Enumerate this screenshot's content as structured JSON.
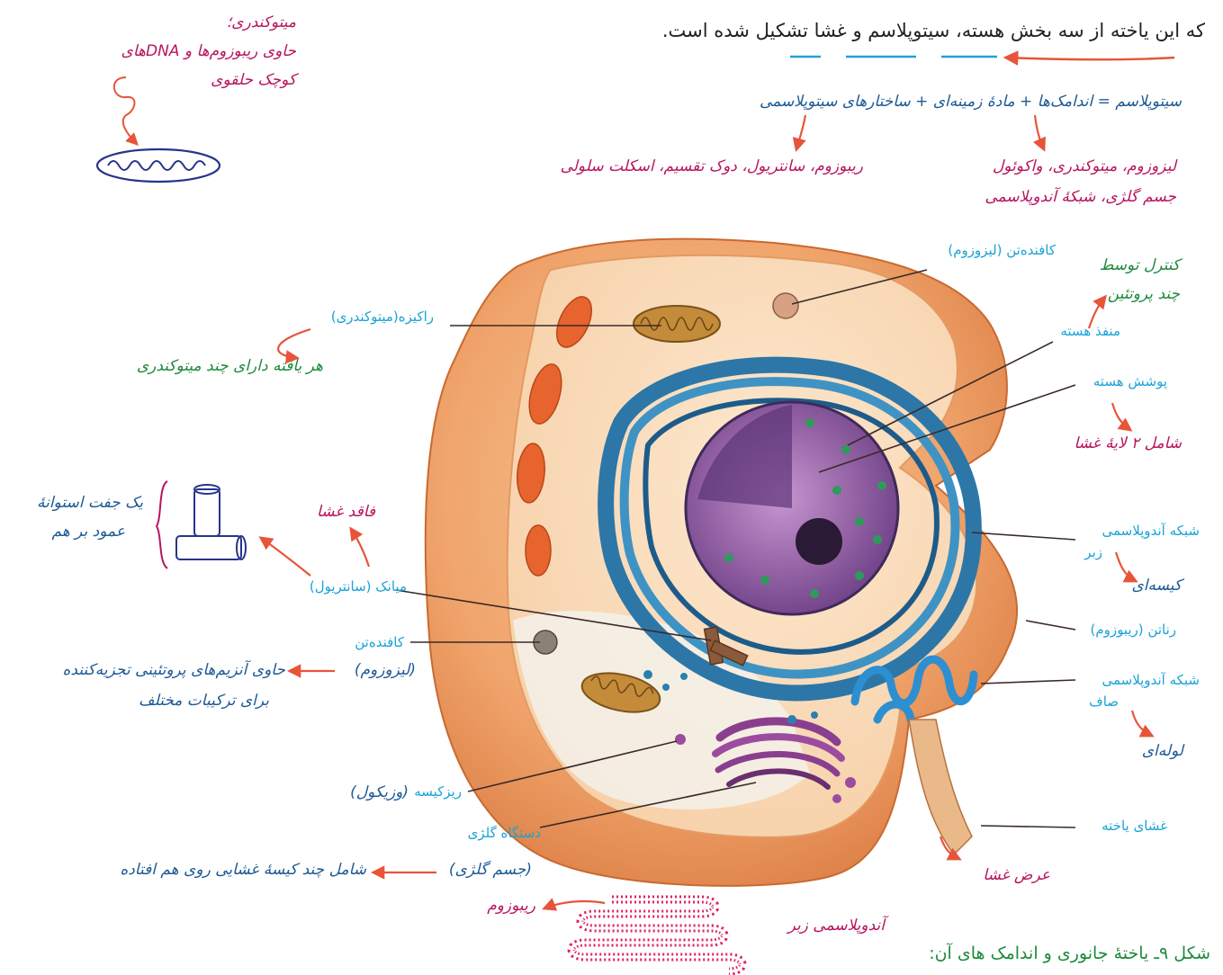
{
  "header": {
    "sentence": "که این یاخته از سه بخش هسته، سیتوپلاسم و غشا تشکیل شده است.",
    "equation": "سیتوپلاسم = اندامک‌ها + مادهٔ زمینه‌ای + ساختارهای سیتوپلاسمی",
    "structures_list": "ریبوزوم، سانتریول، دوک تقسیم، اسکلت سلولی",
    "organelles_line1": "لیزوزوم، میتوکندری، واکوئول",
    "organelles_line2": "جسم گلژی، شبکهٔ آندوپلاسمی"
  },
  "mito_note": {
    "line1": "میتوکندری؛",
    "line2": "حاوی ریبوزوم‌ها و DNAهای",
    "line3": "کوچک حلقوی"
  },
  "labels": {
    "lysosome_top": "کافنده‌تن (لیزوزوم)",
    "pore_note_1": "کنترل توسط",
    "pore_note_2": "چند پروتئین",
    "nuclear_pore": "منفذ هسته",
    "mitochondrion": "راکیزه(میتوکندری)",
    "mito_cell_note": "هر یافته دارای چند میتوکندری",
    "nuclear_envelope": "پوشش هسته",
    "envelope_note": "شامل ۲ لایهٔ غشا",
    "cylinders_note_1": "یک جفت استوانهٔ",
    "cylinders_note_2": "عمود بر هم",
    "no_membrane": "فاقد غشا",
    "rough_er_1": "شبکه آندوپلاسمی",
    "rough_er_2": "زبر",
    "rough_er_note": "کیسه‌ای",
    "centriole": "میانک (سانتریول)",
    "ribosome": "رناتن (ریبوزوم)",
    "lysosome_left_1": "کافنده‌تن",
    "lysosome_left_2": "(لیزوزوم)",
    "lysosome_note_1": "حاوی آنزیم‌های پروتئینی تجزیه‌کننده",
    "lysosome_note_2": "برای ترکیبات مختلف",
    "smooth_er_1": "شبکه آندوپلاسمی",
    "smooth_er_2": "صاف",
    "smooth_er_note": "لوله‌ای",
    "vesicle": "ریزکیسه",
    "vesicle_note": "(وزیکول)",
    "golgi_1": "دستگاه گلژی",
    "golgi_2": "(جسم گلژی)",
    "golgi_note": "شامل چند کیسهٔ غشایی روی هم افتاده",
    "cell_membrane": "غشای یاخته",
    "membrane_width": "عرض غشا",
    "sketch_ribosome": "ریبوزوم",
    "sketch_rough_er": "آندوپلاسمی زبر"
  },
  "caption": "شکل ۹ـ یاختهٔ جانوری و اندامک های آن:",
  "colors": {
    "cyan_label": "#1aa3d6",
    "blue_note": "#1d5a96",
    "magenta_note": "#b8155f",
    "green_note": "#1e8a3c",
    "arrow": "#e8543a"
  }
}
